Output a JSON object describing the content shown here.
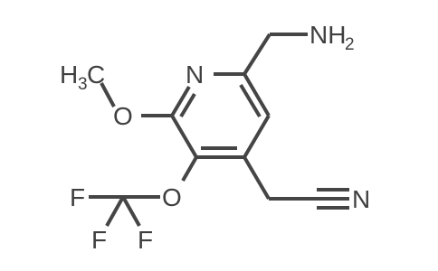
{
  "molecule": {
    "atoms": {
      "pyridine_nitrogen": "N",
      "amine_group": "NH",
      "amine_subscript": "2",
      "methyl_group": "H",
      "methyl_subscript": "3",
      "methyl_carbon": "C",
      "methoxy_oxygen": "O",
      "trifluoromethoxy_oxygen": "O",
      "nitrile_nitrogen": "N",
      "fluorine_1": "F",
      "fluorine_2": "F",
      "fluorine_3": "F"
    }
  }
}
